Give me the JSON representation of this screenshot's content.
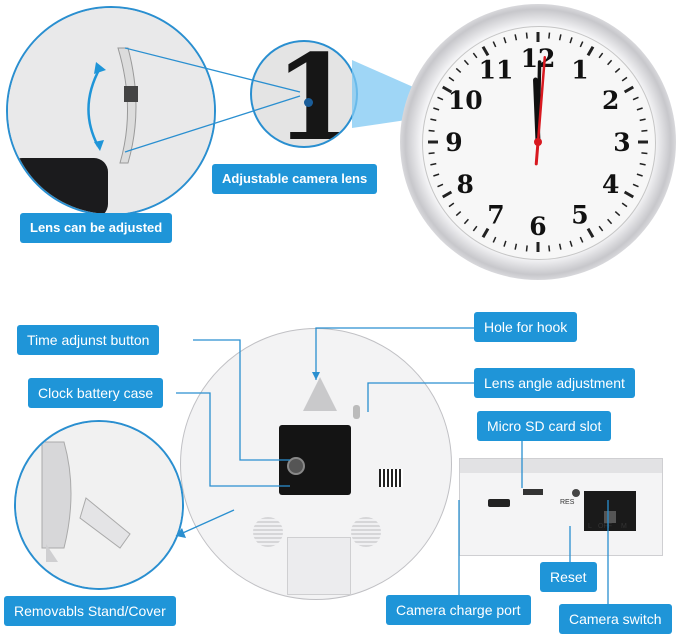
{
  "clock_face": {
    "numerals": [
      "12",
      "1",
      "2",
      "3",
      "4",
      "5",
      "6",
      "7",
      "8",
      "9",
      "10",
      "11"
    ],
    "hand_color": "#d81920",
    "rim_color": "#c8c8cc"
  },
  "zoom_lens": {
    "numeral": "1"
  },
  "labels": {
    "lens_adjusted": "Lens can be adjusted",
    "adjustable_lens": "Adjustable camera lens",
    "time_adjust": "Time adjunst button",
    "battery_case": "Clock battery case",
    "removable_stand": "Removabls Stand/Cover",
    "hole_for_hook": "Hole for hook",
    "lens_angle": "Lens angle adjustment",
    "micro_sd": "Micro SD card slot",
    "reset": "Reset",
    "charge_port": "Camera charge port",
    "camera_switch": "Camera switch"
  },
  "panel": {
    "res_text": "RES",
    "switch_left": "L",
    "switch_off": "OFF",
    "switch_right": "M"
  },
  "colors": {
    "accent": "#1f95d8",
    "line": "#2a8fd0"
  }
}
